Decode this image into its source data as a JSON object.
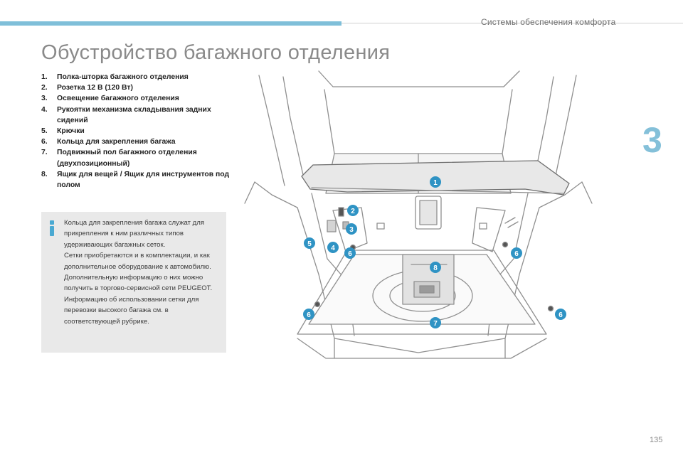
{
  "header": {
    "section_title": "Системы обеспечения комфорта"
  },
  "page": {
    "title": "Обустройство багажного отделения",
    "chapter_number": "3",
    "page_number": "135"
  },
  "legend": [
    {
      "num": "1.",
      "text": "Полка-шторка багажного отделения"
    },
    {
      "num": "2.",
      "text": "Розетка 12 В (120 Вт)"
    },
    {
      "num": "3.",
      "text": "Освещение багажного отделения"
    },
    {
      "num": "4.",
      "text": "Рукоятки механизма складывания задних сидений"
    },
    {
      "num": "5.",
      "text": "Крючки"
    },
    {
      "num": "6.",
      "text": "Кольца для закрепления багажа"
    },
    {
      "num": "7.",
      "text": "Подвижный пол багажного отделения (двухпозиционный)"
    },
    {
      "num": "8.",
      "text": "Ящик для вещей / Ящик для инструментов под полом"
    }
  ],
  "info": {
    "paragraphs": [
      "Кольца для закрепления багажа служат для прикрепления к ним различных типов удерживающих багажных сеток.",
      "Сетки приобретаются и в комплектации, и как дополнительное оборудование к автомобилю. Дополнительную информацию о них можно получить в торгово-сервисной сети PEUGEOT.",
      "Информацию об использовании сетки для перевозки высокого багажа см. в соответствующей рубрике."
    ]
  },
  "callouts": [
    {
      "label": "1"
    },
    {
      "label": "2"
    },
    {
      "label": "3"
    },
    {
      "label": "4"
    },
    {
      "label": "5"
    },
    {
      "label": "6"
    },
    {
      "label": "6"
    },
    {
      "label": "6"
    },
    {
      "label": "6"
    },
    {
      "label": "7"
    },
    {
      "label": "8"
    }
  ],
  "colors": {
    "accent": "#7fbfd9",
    "callout_fill": "#2f93c4",
    "info_icon": "#4aa9d2",
    "info_background": "#e9e9e9",
    "line_art": "#8f8f8f"
  }
}
